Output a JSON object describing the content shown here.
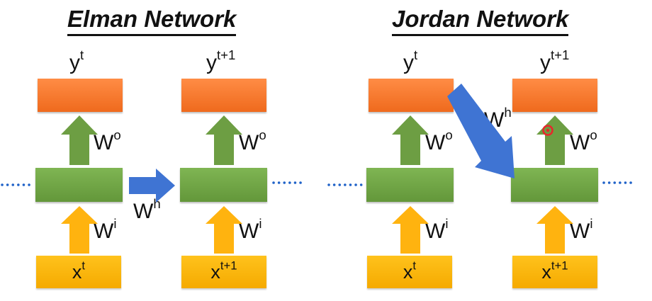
{
  "titles": {
    "elman": "Elman Network",
    "jordan": "Jordan Network"
  },
  "labels": {
    "y_base": "y",
    "x_base": "x",
    "w_base": "W",
    "t": "t",
    "t_plus_1": "t+1",
    "w_output_sup": "o",
    "w_input_sup": "i",
    "w_hidden_sup": "h"
  },
  "colors": {
    "output": "#f4752a",
    "hidden": "#70a845",
    "input": "#ffb70d",
    "arrow_output_weights": "#6d9e43",
    "arrow_input_weights": "#ffb30f",
    "arrow_recurrent": "#3f74d3",
    "dots": "#1f62c8",
    "cursor_marker": "#e8262c"
  }
}
